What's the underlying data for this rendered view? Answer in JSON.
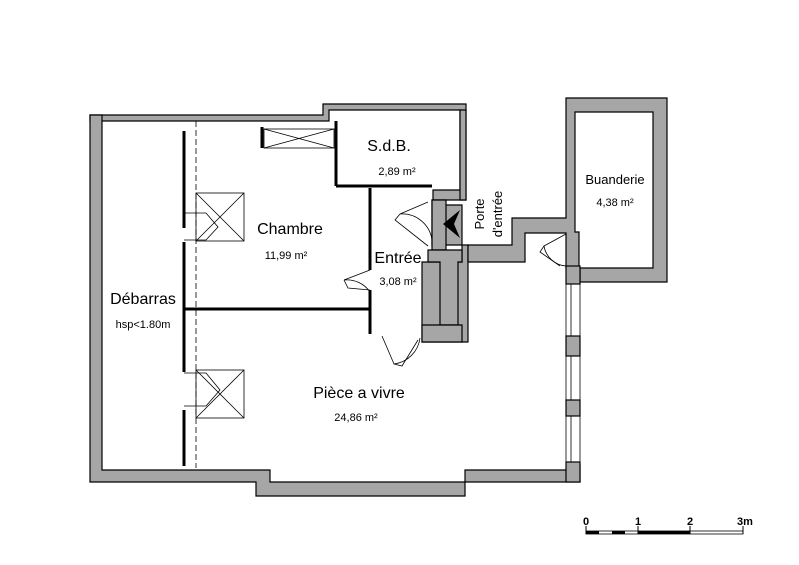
{
  "rooms": {
    "sdb": {
      "name": "S.d.B.",
      "area": "2,89 m²"
    },
    "chambre": {
      "name": "Chambre",
      "area": "11,99 m²"
    },
    "entree": {
      "name": "Entrée",
      "area": "3,08 m²"
    },
    "buanderie": {
      "name": "Buanderie",
      "area": "4,38 m²"
    },
    "debarras": {
      "name": "Débarras",
      "note": "hsp<1.80m"
    },
    "piece": {
      "name": "Pièce a vivre",
      "area": "24,86 m²"
    }
  },
  "entrance": {
    "line1": "Porte",
    "line2": "d'entrée"
  },
  "scale": {
    "labels": [
      "0",
      "1",
      "2",
      "3m"
    ]
  },
  "colors": {
    "wall": "#a6a6a6",
    "line": "#000000"
  }
}
